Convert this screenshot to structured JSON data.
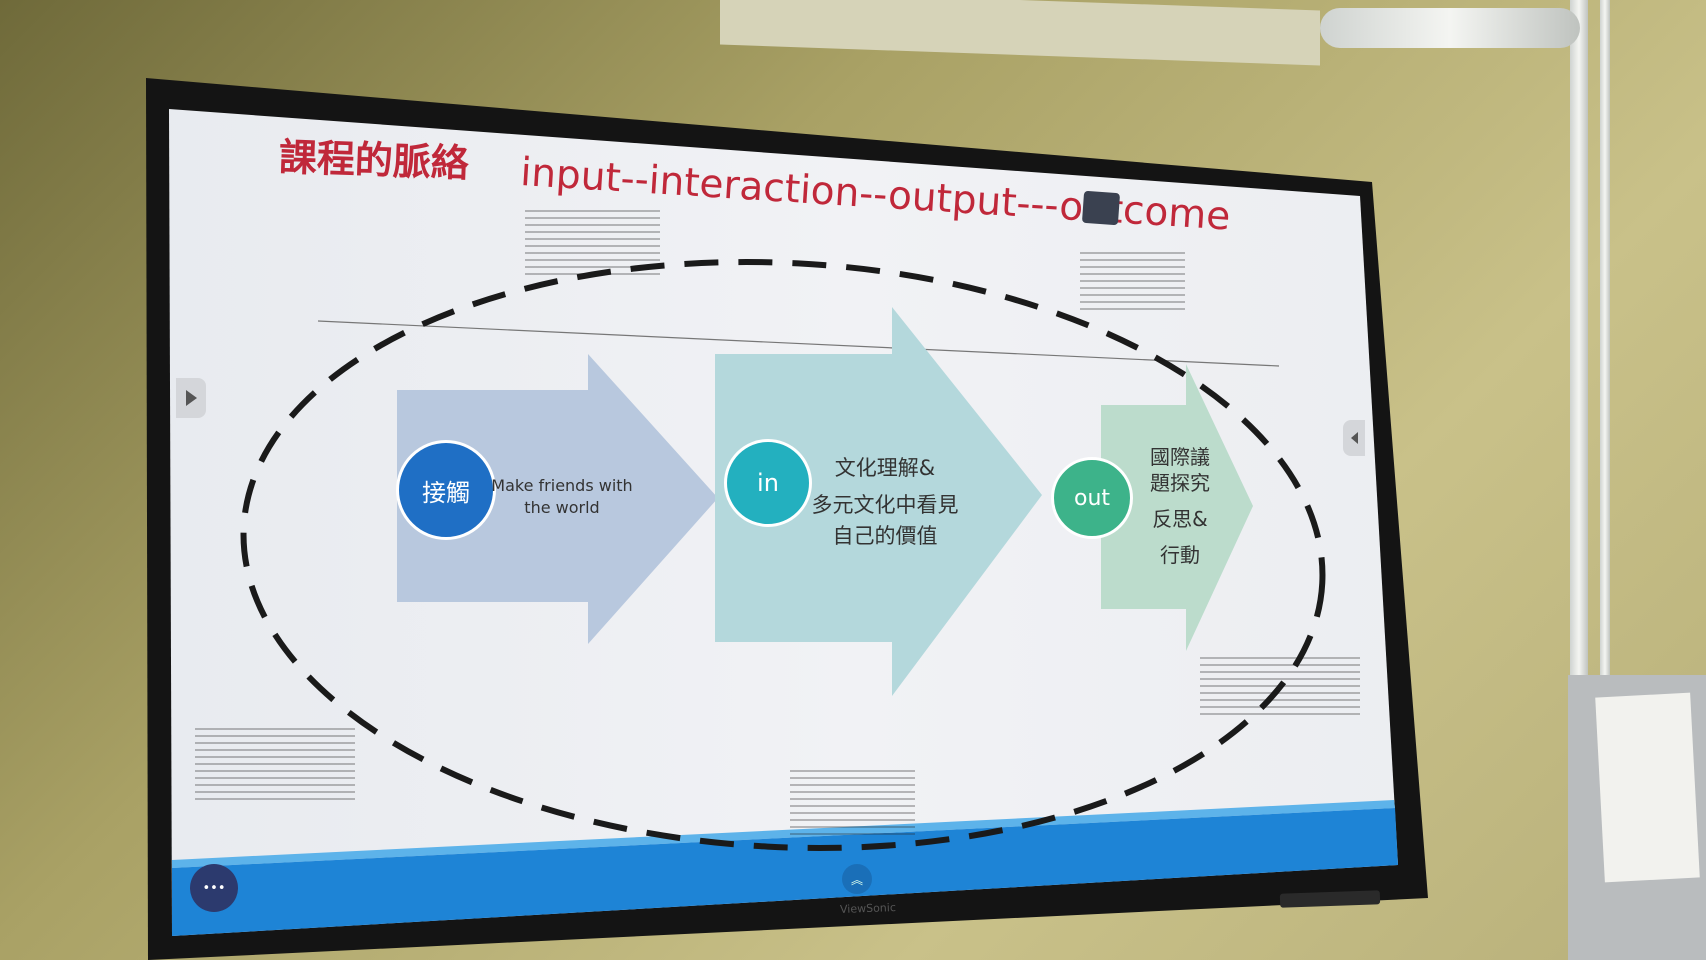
{
  "slide": {
    "title": "課程的脈絡",
    "subtitle": "input--interaction--output---outcome",
    "stages": [
      {
        "badge": "接觸",
        "lines": [
          "Make friends with",
          "the world"
        ],
        "color": "#1f6fc5",
        "arrow_color": "#b8c8de"
      },
      {
        "badge": "in",
        "lines": [
          "文化理解&",
          "多元文化中看見",
          "自己的價值"
        ],
        "color": "#23b0bf",
        "arrow_color": "#b4d8dc"
      },
      {
        "badge": "out",
        "lines": [
          "國際議",
          "題探究",
          "反思&",
          "行動"
        ],
        "color": "#3db38a",
        "arrow_color": "#bcdccc"
      }
    ]
  },
  "controls": {
    "menu": "•••",
    "up": "︽"
  },
  "monitor": {
    "brand": "ViewSonic"
  },
  "colors": {
    "title": "#c0283a",
    "band": "#1e84d6"
  }
}
